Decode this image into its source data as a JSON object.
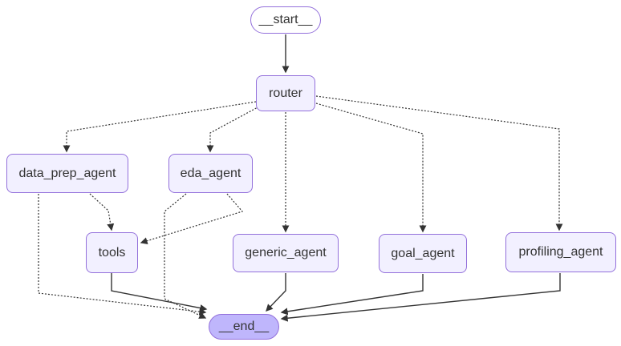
{
  "diagram": {
    "type": "flowchart",
    "direction": "top-down",
    "background": "#ffffff",
    "colors": {
      "node_fill": "#f2f0ff",
      "node_border": "#9370db",
      "start_fill": "#ffffff",
      "end_fill": "#bfb6fc",
      "text": "#333333",
      "edge": "#333333"
    },
    "nodes": {
      "start": {
        "label": "__start__",
        "shape": "stadium"
      },
      "router": {
        "label": "router",
        "shape": "rounded-rect"
      },
      "data_prep_agent": {
        "label": "data_prep_agent",
        "shape": "rounded-rect"
      },
      "eda_agent": {
        "label": "eda_agent",
        "shape": "rounded-rect"
      },
      "tools": {
        "label": "tools",
        "shape": "rounded-rect"
      },
      "generic_agent": {
        "label": "generic_agent",
        "shape": "rounded-rect"
      },
      "goal_agent": {
        "label": "goal_agent",
        "shape": "rounded-rect"
      },
      "profiling_agent": {
        "label": "profiling_agent",
        "shape": "rounded-rect"
      },
      "end": {
        "label": "__end__",
        "shape": "stadium"
      }
    },
    "edges": [
      {
        "from": "__start__",
        "to": "router",
        "style": "solid"
      },
      {
        "from": "router",
        "to": "data_prep_agent",
        "style": "dotted"
      },
      {
        "from": "router",
        "to": "eda_agent",
        "style": "dotted"
      },
      {
        "from": "router",
        "to": "generic_agent",
        "style": "dotted"
      },
      {
        "from": "router",
        "to": "goal_agent",
        "style": "dotted"
      },
      {
        "from": "router",
        "to": "profiling_agent",
        "style": "dotted"
      },
      {
        "from": "data_prep_agent",
        "to": "tools",
        "style": "dotted"
      },
      {
        "from": "data_prep_agent",
        "to": "__end__",
        "style": "dotted"
      },
      {
        "from": "eda_agent",
        "to": "tools",
        "style": "dotted"
      },
      {
        "from": "eda_agent",
        "to": "__end__",
        "style": "dotted"
      },
      {
        "from": "tools",
        "to": "__end__",
        "style": "solid"
      },
      {
        "from": "generic_agent",
        "to": "__end__",
        "style": "solid"
      },
      {
        "from": "goal_agent",
        "to": "__end__",
        "style": "solid"
      },
      {
        "from": "profiling_agent",
        "to": "__end__",
        "style": "solid"
      }
    ]
  }
}
